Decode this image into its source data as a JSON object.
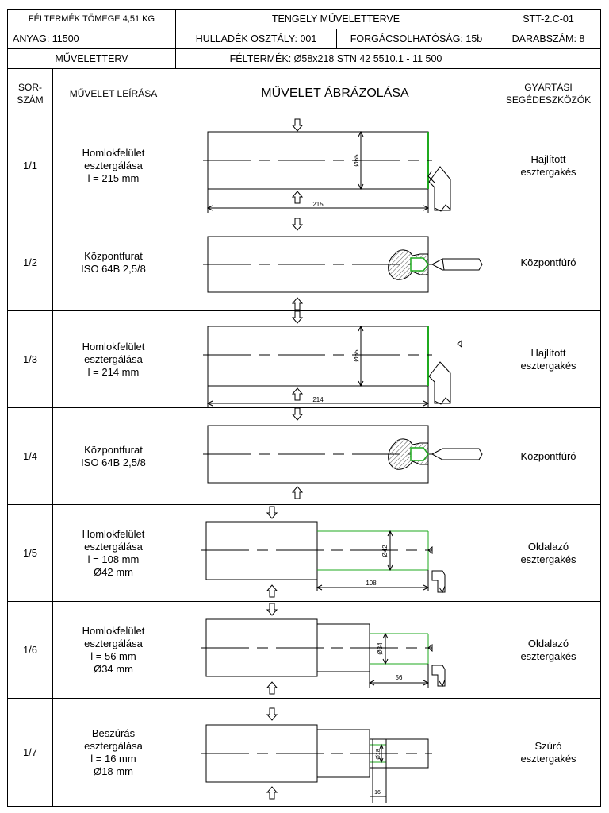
{
  "header": {
    "blank_mass": "FÉLTERMÉK TÖMEGE 4,51 KG",
    "title": "TENGELY MŰVELETTERVE",
    "doc_id": "STT-2.C-01",
    "material": "ANYAG: 11500",
    "waste_class": "HULLADÉK OSZTÁLY: 001",
    "machinability": "FORGÁCSOLHATÓSÁG: 15b",
    "quantity": "DARABSZÁM: 8",
    "plan_label": "MŰVELETTERV",
    "blank": "FÉLTERMÉK: Ø58x218 STN 42 5510.1 - 11 500"
  },
  "columns": {
    "seq_line1": "SOR-",
    "seq_line2": "SZÁM",
    "description": "MŰVELET LEÍRÁSA",
    "drawing": "MŰVELET ÁBRÁZOLÁSA",
    "tools_line1": "GYÁRTÁSI",
    "tools_line2": "SEGÉDESZKÖZÖK"
  },
  "operations": [
    {
      "seq": "1/1",
      "desc": [
        "Homlokfelület",
        "esztergálása",
        "l = 215 mm"
      ],
      "tool": [
        "Hajlított",
        "esztergakés"
      ],
      "dims": {
        "diameter": "Ø65",
        "length": "215"
      }
    },
    {
      "seq": "1/2",
      "desc": [
        "Központfurat",
        "ISO 64B 2,5/8"
      ],
      "tool": [
        "Központfúró"
      ],
      "dims": {}
    },
    {
      "seq": "1/3",
      "desc": [
        "Homlokfelület",
        "esztergálása",
        "l = 214 mm"
      ],
      "tool": [
        "Hajlított",
        "esztergakés"
      ],
      "dims": {
        "diameter": "Ø65",
        "length": "214"
      }
    },
    {
      "seq": "1/4",
      "desc": [
        "Központfurat",
        "ISO 64B 2,5/8"
      ],
      "tool": [
        "Központfúró"
      ],
      "dims": {}
    },
    {
      "seq": "1/5",
      "desc": [
        "Homlokfelület",
        "esztergálása",
        "l = 108 mm",
        "Ø42 mm"
      ],
      "tool": [
        "Oldalazó",
        "esztergakés"
      ],
      "dims": {
        "diameter": "Ø42",
        "length": "108"
      }
    },
    {
      "seq": "1/6",
      "desc": [
        "Homlokfelület",
        "esztergálása",
        "l = 56 mm",
        "Ø34 mm"
      ],
      "tool": [
        "Oldalazó",
        "esztergakés"
      ],
      "dims": {
        "diameter": "Ø34",
        "length": "56"
      }
    },
    {
      "seq": "1/7",
      "desc": [
        "Beszúrás",
        "esztergálása",
        "l = 16 mm",
        "Ø18 mm"
      ],
      "tool": [
        "Szúró",
        "esztergakés"
      ],
      "dims": {
        "diameter": "Ø18",
        "length": "16"
      }
    }
  ],
  "colors": {
    "line": "#000000",
    "machined_surface": "#1faa1f",
    "hatch": "#555555"
  }
}
